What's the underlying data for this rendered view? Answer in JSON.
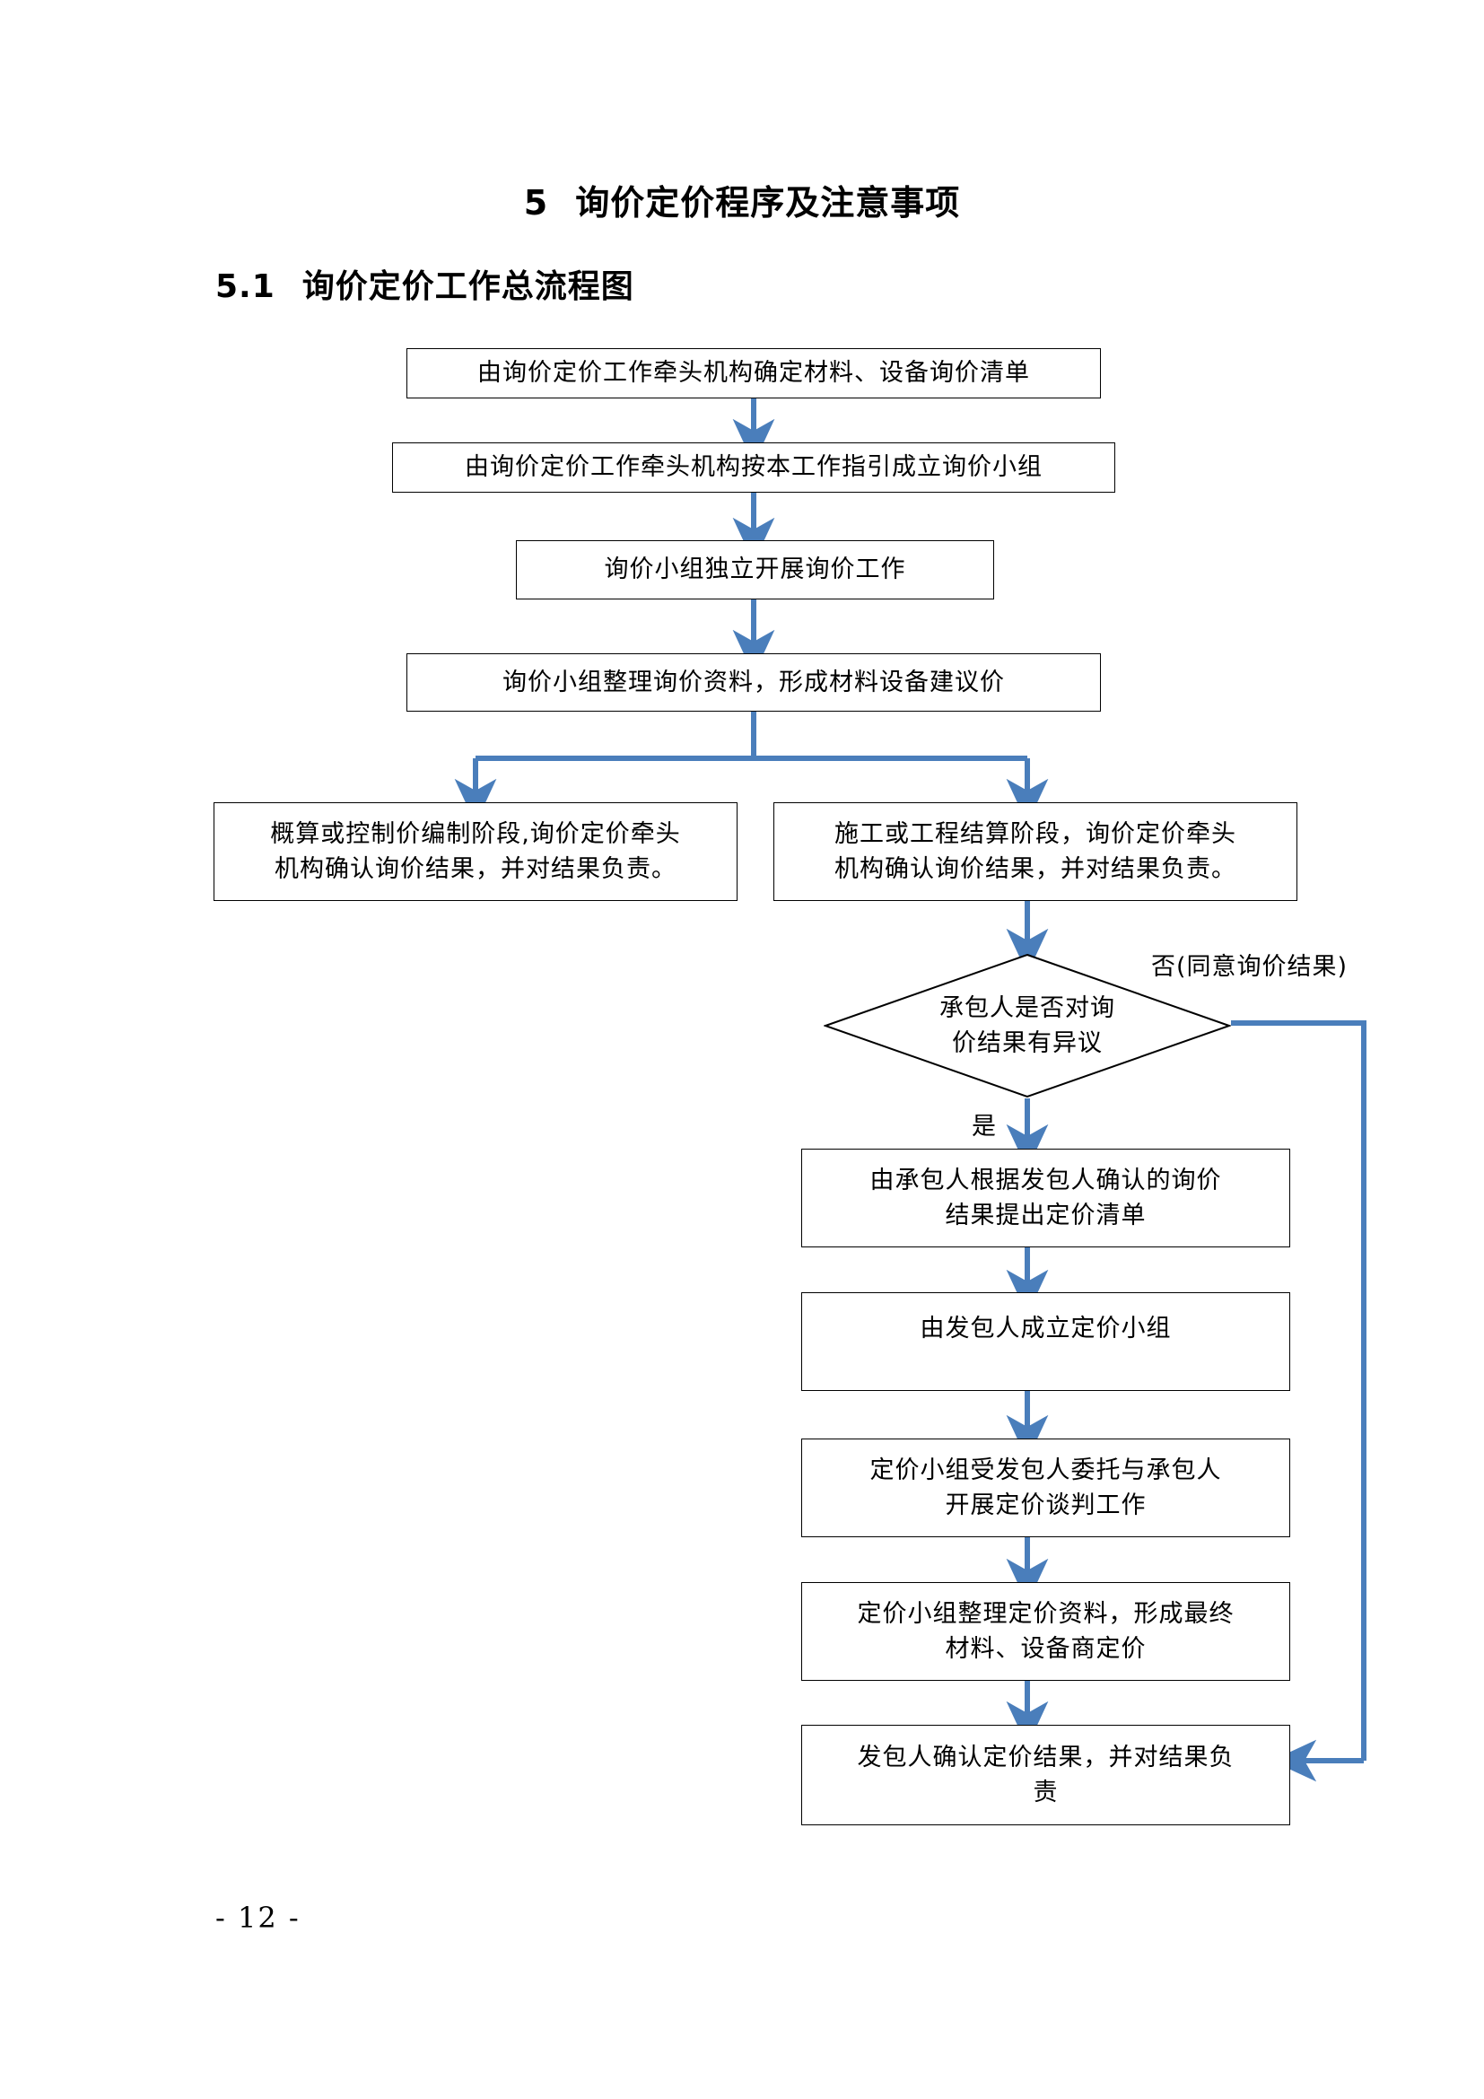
{
  "document": {
    "title": "5   询价定价程序及注意事项",
    "title_number": "5",
    "title_text": "询价定价程序及注意事项",
    "subtitle_number": "5.1",
    "subtitle_text": "询价定价工作总流程图",
    "page_number": "- 12 -"
  },
  "colors": {
    "arrow": "#4A7EBB",
    "node_border": "#000000",
    "text": "#000000",
    "background": "#FFFFFF"
  },
  "flowchart": {
    "type": "flowchart",
    "orientation": "top-to-bottom",
    "nodes": [
      {
        "id": "n1",
        "shape": "rectangle",
        "text": "由询价定价工作牵头机构确定材料、设备询价清单"
      },
      {
        "id": "n2",
        "shape": "rectangle",
        "text": "由询价定价工作牵头机构按本工作指引成立询价小组"
      },
      {
        "id": "n3",
        "shape": "rectangle",
        "text": "询价小组独立开展询价工作"
      },
      {
        "id": "n4",
        "shape": "rectangle",
        "text": "询价小组整理询价资料，形成材料设备建议价"
      },
      {
        "id": "n5",
        "shape": "rectangle",
        "line1": "概算或控制价编制阶段,询价定价牵头",
        "line2": "机构确认询价结果，并对结果负责。"
      },
      {
        "id": "n6",
        "shape": "rectangle",
        "line1": "施工或工程结算阶段，询价定价牵头",
        "line2": "机构确认询价结果，并对结果负责。"
      },
      {
        "id": "n7",
        "shape": "diamond",
        "line1": "承包人是否对询",
        "line2": "价结果有异议"
      },
      {
        "id": "n8",
        "shape": "rectangle",
        "line1": "由承包人根据发包人确认的询价",
        "line2": "结果提出定价清单"
      },
      {
        "id": "n9",
        "shape": "rectangle",
        "text": "由发包人成立定价小组"
      },
      {
        "id": "n10",
        "shape": "rectangle",
        "line1": "定价小组受发包人委托与承包人",
        "line2": "开展定价谈判工作"
      },
      {
        "id": "n11",
        "shape": "rectangle",
        "line1": "定价小组整理定价资料，形成最终",
        "line2": "材料、设备商定价"
      },
      {
        "id": "n12",
        "shape": "rectangle",
        "line1": "发包人确认定价结果，并对结果负",
        "line2": "责"
      }
    ],
    "edge_labels": {
      "no_branch": "否(同意询价结果)",
      "yes_branch": "是"
    }
  }
}
